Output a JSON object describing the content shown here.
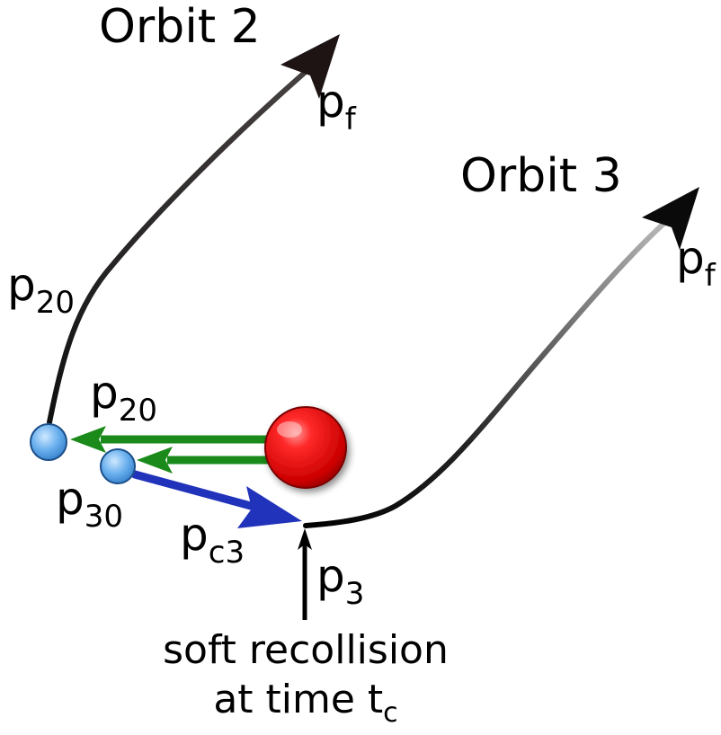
{
  "labels": {
    "orbit2": "Orbit 2",
    "orbit3": "Orbit 3",
    "pf_orbit2": {
      "base": "p",
      "sub": "f"
    },
    "pf_orbit3": {
      "base": "p",
      "sub": "f"
    },
    "p20_curve": {
      "base": "p",
      "sub": "20"
    },
    "p20_arrow": {
      "base": "p",
      "sub": "20"
    },
    "p30": {
      "base": "p",
      "sub": "30"
    },
    "pc3": {
      "base": "p",
      "sub": "c3"
    },
    "p3": {
      "base": "p",
      "sub": "3"
    }
  },
  "caption": {
    "line1": "soft recollision",
    "line2_prefix": "at time t",
    "line2_sub": "c"
  },
  "colors": {
    "orbit2_start": "#111111",
    "orbit2_end": "#4a4444",
    "orbit3_start": "#000000",
    "orbit3_end": "#c4c4c4",
    "green_arrow": "#1a8a1a",
    "blue_arrow": "#2233bb",
    "ion": "#dd0000",
    "electron": "#5aa6e6"
  }
}
